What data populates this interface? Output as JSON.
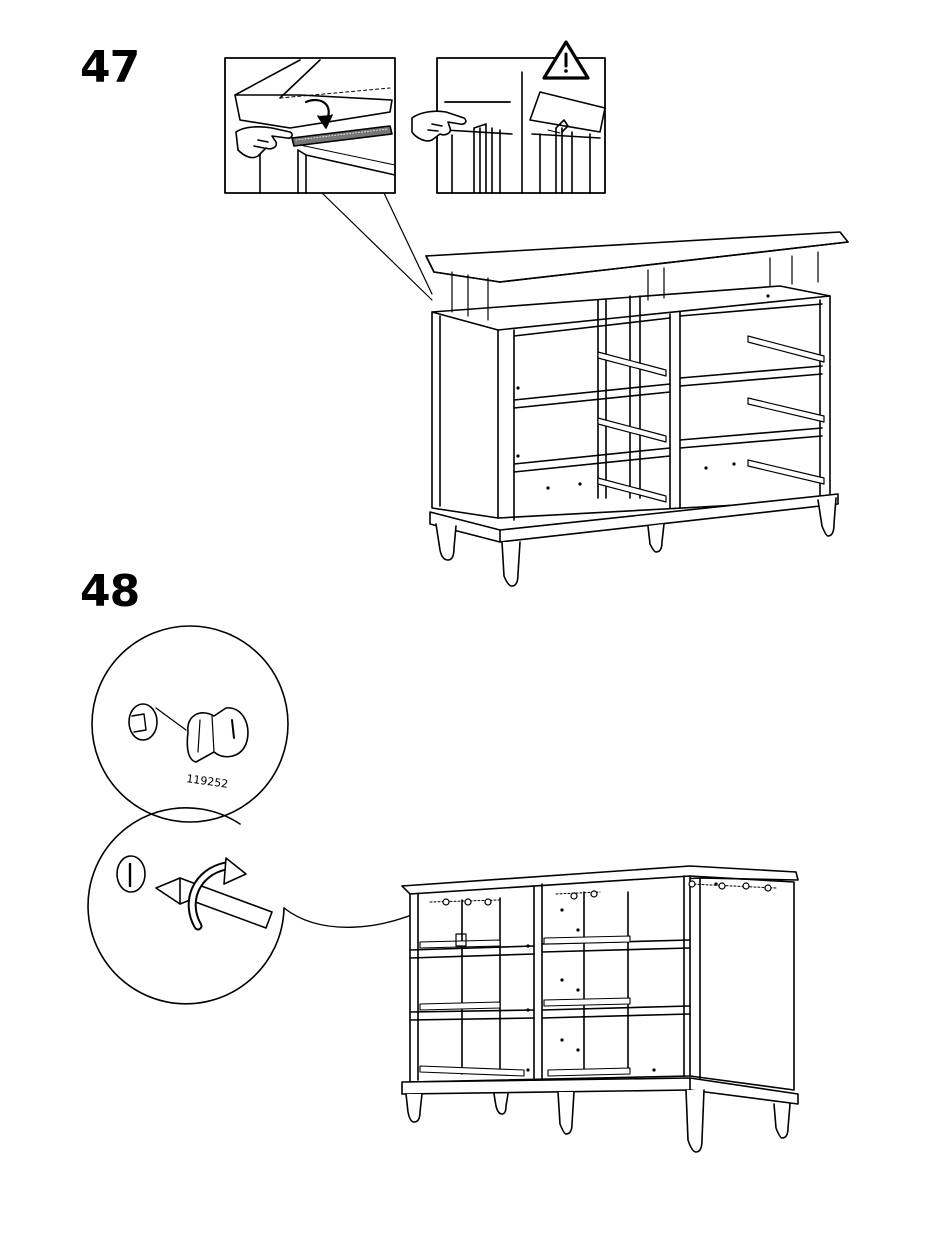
{
  "steps": {
    "step_47": {
      "number": "47"
    },
    "step_48": {
      "number": "48"
    }
  },
  "callouts": {
    "part_number": "119252",
    "warning_symbol": "!"
  },
  "icons": {
    "warning": "warning-triangle-icon",
    "hand": "hand-icon",
    "screwdriver": "screwdriver-icon",
    "rotate": "rotate-arrow-icon"
  }
}
